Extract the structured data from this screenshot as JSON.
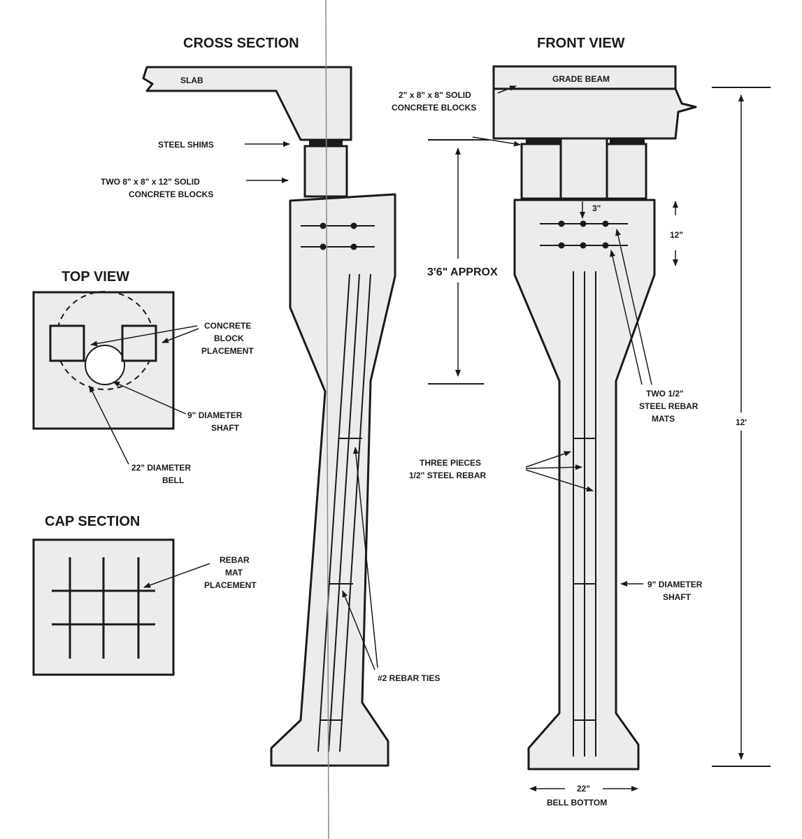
{
  "titles": {
    "cross_section": "CROSS SECTION",
    "front_view": "FRONT VIEW",
    "top_view": "TOP VIEW",
    "cap_section": "CAP SECTION"
  },
  "cross_section": {
    "slab": "SLAB",
    "steel_shims": "STEEL SHIMS",
    "blocks_line1": "TWO 8\" x 8\" x 12\" SOLID",
    "blocks_line2": "CONCRETE BLOCKS",
    "rebar_ties": "#2 REBAR TIES"
  },
  "front_view": {
    "grade_beam": "GRADE BEAM",
    "blocks_line1": "2\" x 8\" x 8\" SOLID",
    "blocks_line2": "CONCRETE BLOCKS",
    "dim_3in": "3\"",
    "dim_12in_cap": "12\"",
    "dim_approx": "3'6\" APPROX",
    "rebar_mats_line1": "TWO 1/2\"",
    "rebar_mats_line2": "STEEL REBAR",
    "rebar_mats_line3": "MATS",
    "three_pieces_line1": "THREE PIECES",
    "three_pieces_line2": "1/2\" STEEL REBAR",
    "shaft_line1": "9\" DIAMETER",
    "shaft_line2": "SHAFT",
    "dim_total": "12'",
    "bell_dim": "22\"",
    "bell_label": "BELL BOTTOM"
  },
  "top_view": {
    "placement_line1": "CONCRETE",
    "placement_line2": "BLOCK",
    "placement_line3": "PLACEMENT",
    "shaft_line1": "9\" DIAMETER",
    "shaft_line2": "SHAFT",
    "bell_line1": "22\" DIAMETER",
    "bell_line2": "BELL"
  },
  "cap_section": {
    "line1": "REBAR",
    "line2": "MAT",
    "line3": "PLACEMENT"
  }
}
